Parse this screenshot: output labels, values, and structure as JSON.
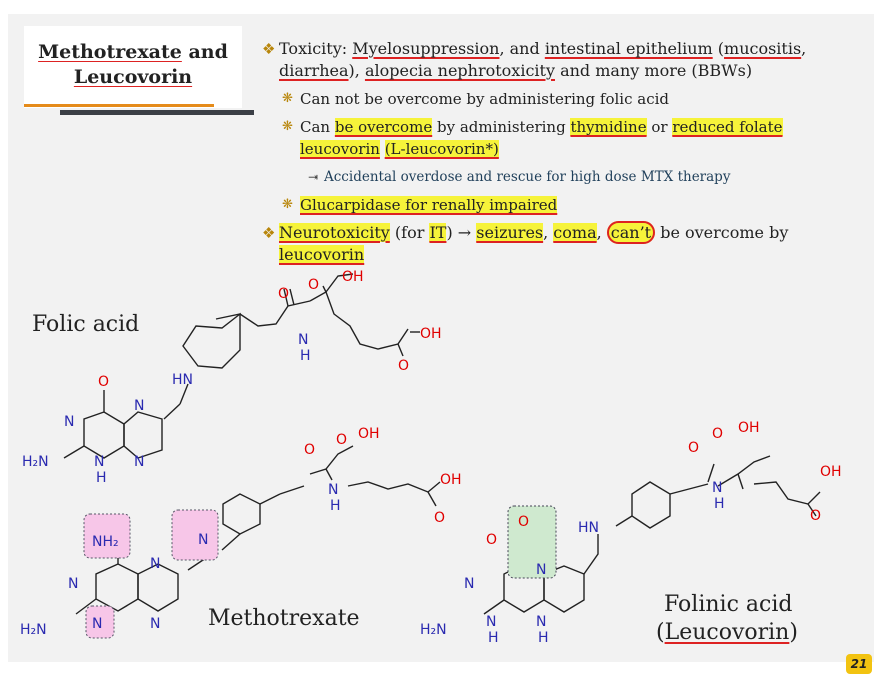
{
  "title": {
    "line1_word": "Methotrexate",
    "line1_rest": " and",
    "line2": "Leucovorin"
  },
  "bullets": {
    "b1": {
      "marker": "❖",
      "t1": "Toxicity: ",
      "t2": "Myelosuppression",
      "t3": ", and ",
      "t4": "intestinal epithelium",
      "t5": " (",
      "t6": "mucositis",
      "t7": ", ",
      "t8": "diarrhea",
      "t9": "), ",
      "t10": "alopecia nephrotoxicity",
      "t11": " and many more (BBWs)"
    },
    "b1a": {
      "marker": "❋",
      "text": "Can not be overcome by administering folic acid"
    },
    "b1b": {
      "marker": "❋",
      "t1": "Can ",
      "t2": "be overcome",
      "t3": " by administering ",
      "t4": "thymidine",
      "t5": " or ",
      "t6": "reduced folate leucovorin",
      "t7": " ",
      "t8": "(L-leucovorin*)"
    },
    "b1b_i": {
      "marker": "⇥",
      "text": "Accidental overdose and rescue for high dose MTX therapy"
    },
    "b1c": {
      "marker": "❋",
      "text": "Glucarpidase for renally impaired"
    },
    "b2": {
      "marker": "❖",
      "t1": "Neurotoxicity",
      "t2": " (for ",
      "t3": "IT",
      "t4": ") → ",
      "t5": "seizures",
      "t6": ", ",
      "t7": "coma",
      "t8": ", ",
      "t9": "can’t",
      "t10": " be overcome by ",
      "t11": "leucovorin"
    }
  },
  "labels": {
    "folic": "Folic acid",
    "mtx": "Methotrexate",
    "folinic1": "Folinic acid",
    "folinic2_open": "(",
    "folinic2_word": "Leucovorin",
    "folinic2_close": ")"
  },
  "atoms": {
    "O": "O",
    "OH": "OH",
    "N": "N",
    "NH": "NH",
    "HN": "HN",
    "H": "H",
    "H2N": "H₂N",
    "NH2": "NH₂"
  },
  "page_number": "21",
  "colors": {
    "accent_orange": "#e58b1a",
    "bar_dark": "#3b3f46",
    "highlight": "#f6f33a",
    "pen_red": "#d22222",
    "oxygen": "#e00000",
    "nitrogen": "#2a2ab0",
    "box_pink": "#f7c6e8",
    "box_green": "#cfe9cf"
  }
}
